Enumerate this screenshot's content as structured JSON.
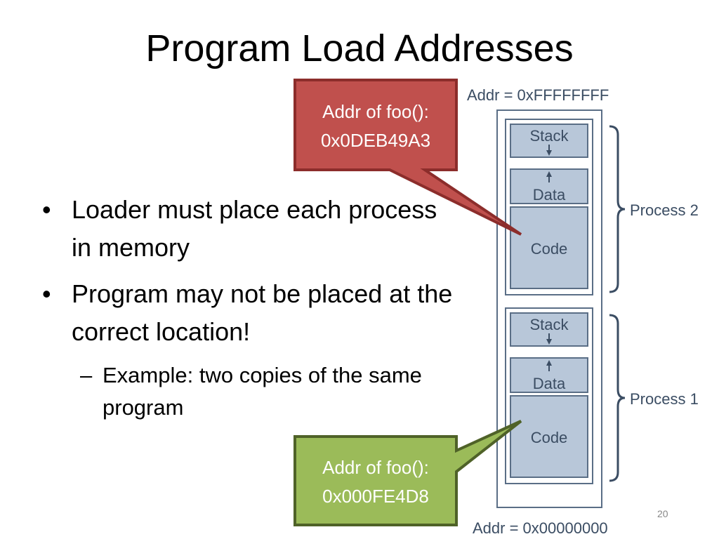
{
  "slide": {
    "title": "Program Load Addresses",
    "bullets": [
      "Loader must place each process in memory",
      "Program may not be placed at the correct location!"
    ],
    "sub_bullets": [
      "Example: two copies of the same program"
    ],
    "page_number": "20"
  },
  "diagram": {
    "top_address": "Addr = 0xFFFFFFFF",
    "bottom_address": "Addr = 0x00000000",
    "process_2": {
      "label": "Process 2",
      "segments": [
        "Stack",
        "Data",
        "Code"
      ]
    },
    "process_1": {
      "label": "Process 1",
      "segments": [
        "Stack",
        "Data",
        "Code"
      ]
    },
    "callout_red": {
      "line1": "Addr of foo():",
      "line2": "0x0DEB49A3",
      "color": "#c0504d"
    },
    "callout_green": {
      "line1": "Addr of foo():",
      "line2": "0x000FE4D8",
      "color": "#9bbb59"
    },
    "colors": {
      "segment_fill": "#b8c7d9",
      "segment_stroke": "#5a6e86",
      "text": "#3b4d63"
    }
  }
}
